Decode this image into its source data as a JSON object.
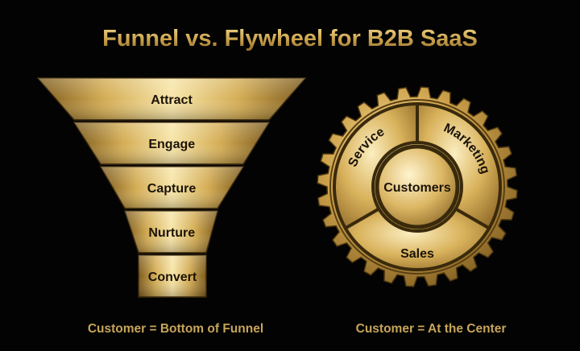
{
  "title": "Funnel vs. Flywheel for B2B SaaS",
  "funnel": {
    "stages": [
      "Attract",
      "Engage",
      "Capture",
      "Nurture",
      "Convert"
    ],
    "caption": "Customer = Bottom of Funnel"
  },
  "flywheel": {
    "center": "Customers",
    "segments": [
      "Service",
      "Marketing",
      "Sales"
    ],
    "caption": "Customer = At the Center"
  },
  "colors": {
    "background": "#030303",
    "gold_light": "#f7e5a8",
    "gold_mid": "#d4ad55",
    "gold_dark": "#7c5a1c",
    "text_dark": "#1b1308",
    "caption": "#c7a55a"
  }
}
